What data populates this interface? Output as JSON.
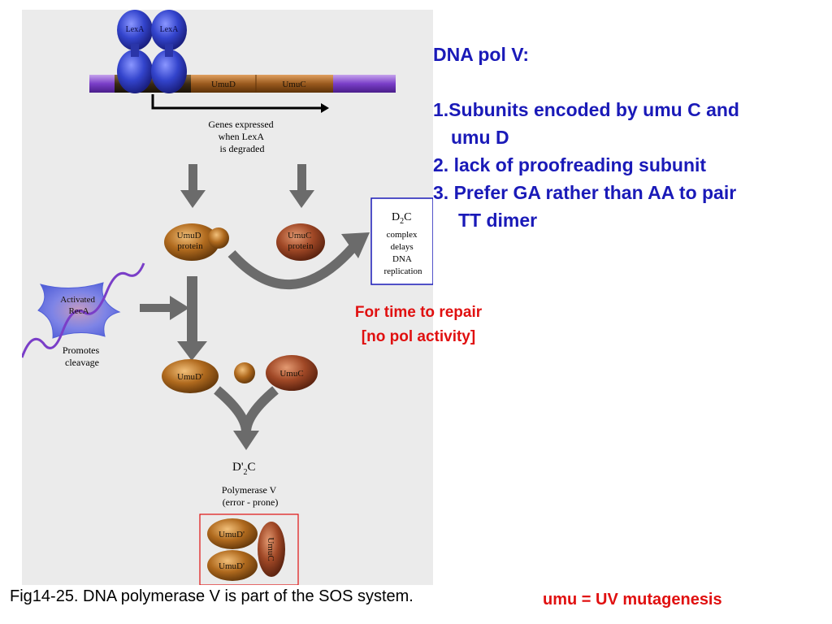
{
  "diagram": {
    "lexa_labels": [
      "LexA",
      "LexA"
    ],
    "gene_labels": [
      "UmuD",
      "UmuC"
    ],
    "genes_expressed": [
      "Genes expressed",
      "when LexA",
      "is degraded"
    ],
    "umud_protein": [
      "UmuD",
      "protein"
    ],
    "umuc_protein": [
      "UmuC",
      "protein"
    ],
    "d2c_box": {
      "title_main": "D",
      "title_sub": "2",
      "title_end": "C",
      "lines": [
        "complex",
        "delays",
        "DNA",
        "replication"
      ]
    },
    "reca_label": [
      "Activated",
      "RecA"
    ],
    "promotes": [
      "Promotes",
      "cleavage"
    ],
    "umud_prime": "UmuD'",
    "umuc": "UmuC",
    "dprime2c": {
      "main": "D'",
      "sub": "2",
      "end": "C"
    },
    "polymerase": [
      "Polymerase V",
      "(error - prone)"
    ],
    "complex_labels": [
      "UmuD'",
      "UmuD'",
      "UmuC"
    ]
  },
  "notes": {
    "heading": "DNA pol V:",
    "items": [
      "1.Subunits encoded by umu C and",
      "umu D",
      "2. lack of proofreading subunit",
      "3. Prefer GA rather than AA to pair",
      "TT dimer"
    ]
  },
  "red_note": [
    "For time to repair",
    "[no pol activity]"
  ],
  "caption": "Fig14-25. DNA polymerase V is part of the SOS system.",
  "umu_note": "umu = UV mutagenesis",
  "colors": {
    "panel": "#ebebeb",
    "blue_text": "#1a1ab8",
    "red_text": "#e01010",
    "lexa": "#3344cc",
    "dna_purple": "#7a3ec8",
    "umud": "#b06a1e",
    "umuc": "#a04826",
    "arrow_gray": "#6b6b6b"
  }
}
